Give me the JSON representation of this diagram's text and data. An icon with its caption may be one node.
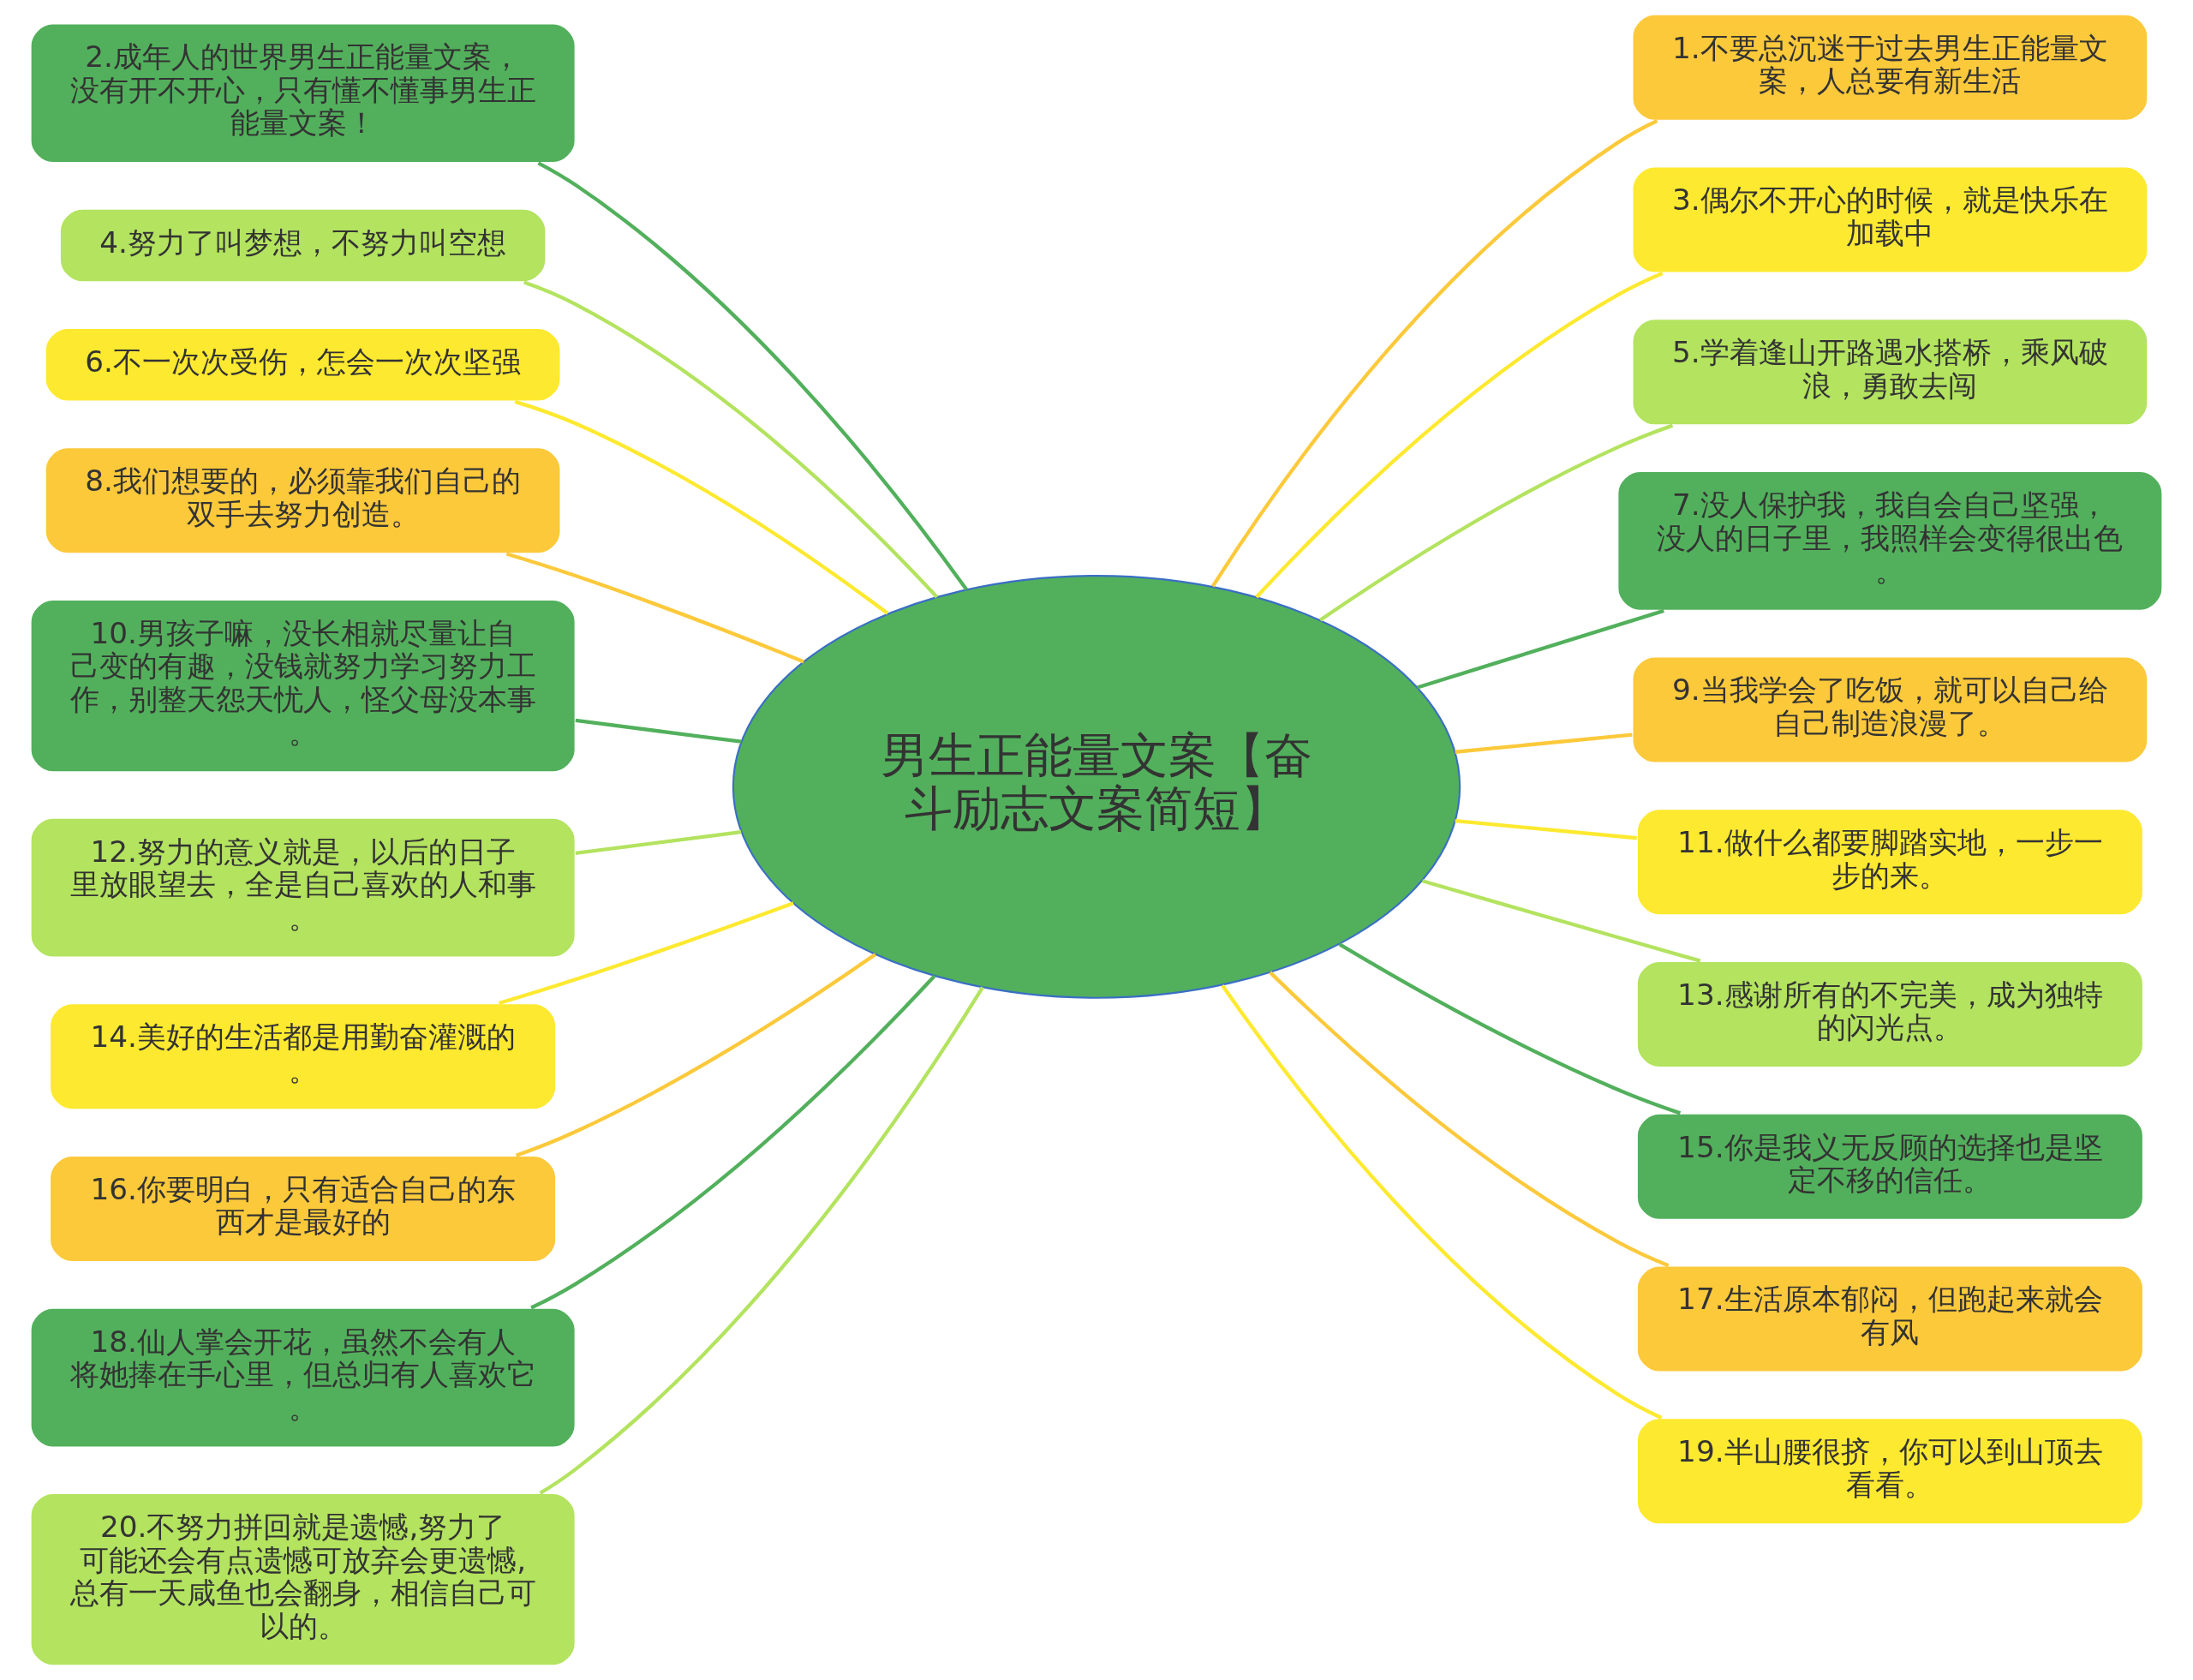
{
  "diagram": {
    "nodes": [
      {
        "text": [
          "男生正能量文案【奋斗励志文案简短】"
        ]
      },
      {
        "text": [
          "1.不要总沉迷于过去男生正能量文案，人总要有新生活"
        ]
      },
      {
        "text": [
          "2.成年人的世界男生正能量文案，没有开不开心，只有懂不懂事男生正能量文案！"
        ]
      },
      {
        "text": [
          "3.偶尔不开心的时候，就是快乐在加载中"
        ]
      },
      {
        "text": [
          "4.努力了叫梦想，不努力叫空想"
        ]
      },
      {
        "text": [
          "5.学着逢山开路遇水搭桥，乘风破浪，勇敢去闯"
        ]
      },
      {
        "text": [
          "6.不一次次受伤，怎会一次次坚强"
        ]
      },
      {
        "text": [
          "7.没人保护我，我自会自己坚强，没人的日子里，我照样会变得很出色。"
        ]
      },
      {
        "text": [
          "8.我们想要的，必须靠我们自己的双手去努力创造。"
        ]
      },
      {
        "text": [
          "9.当我学会了吃饭，就可以自己给自己制造浪漫了。"
        ]
      },
      {
        "text": [
          "10.男孩子嘛，没长相就尽量让自己变的有趣，没钱就努力学习努力工作，别整天怨天忧人，怪父母没本事。"
        ]
      },
      {
        "text": [
          "11.做什么都要脚踏实地，一步一步的来。"
        ]
      },
      {
        "text": [
          "12.努力的意义就是，以后的日子里放眼望去，全是自己喜欢的人和事。"
        ]
      },
      {
        "text": [
          "13.感谢所有的不完美，成为独特的闪光点。"
        ]
      },
      {
        "text": [
          "14.美好的生活都是用勤奋灌溉的。"
        ]
      },
      {
        "text": [
          "15.你是我义无反顾的选择也是坚定不移的信任。"
        ]
      },
      {
        "text": [
          "16.你要明白，只有适合自己的东西才是最好的"
        ]
      },
      {
        "text": [
          "17.生活原本郁闷，但跑起来就会有风"
        ]
      },
      {
        "text": [
          "18.仙人掌会开花，虽然不会有人将她捧在手心里，但总归有人喜欢它。"
        ]
      },
      {
        "text": [
          "19.半山腰很挤，你可以到山顶去看看。"
        ]
      },
      {
        "text": [
          "20.不努力拼回就是遗憾,努力了可能还会有点遗憾可放弃会更遗憾,总有一天咸鱼也会翻身，相信自己可以的。"
        ]
      }
    ],
    "edges": [
      {
        "from": 0,
        "to": 1,
        "arrow": "none",
        "color": "#fcc93b"
      },
      {
        "from": 0,
        "to": 2,
        "arrow": "none",
        "color": "#52b05c"
      },
      {
        "from": 0,
        "to": 3,
        "arrow": "none",
        "color": "#fde92f"
      },
      {
        "from": 0,
        "to": 4,
        "arrow": "none",
        "color": "#b3e35f"
      },
      {
        "from": 0,
        "to": 5,
        "arrow": "none",
        "color": "#b3e35f"
      },
      {
        "from": 0,
        "to": 6,
        "arrow": "none",
        "color": "#fde92f"
      },
      {
        "from": 0,
        "to": 7,
        "arrow": "none",
        "color": "#52b05c"
      },
      {
        "from": 0,
        "to": 8,
        "arrow": "none",
        "color": "#fcc93b"
      },
      {
        "from": 0,
        "to": 9,
        "arrow": "none",
        "color": "#fcc93b"
      },
      {
        "from": 0,
        "to": 10,
        "arrow": "none",
        "color": "#52b05c"
      },
      {
        "from": 0,
        "to": 11,
        "arrow": "none",
        "color": "#fde92f"
      },
      {
        "from": 0,
        "to": 12,
        "arrow": "none",
        "color": "#b3e35f"
      },
      {
        "from": 0,
        "to": 13,
        "arrow": "none",
        "color": "#b3e35f"
      },
      {
        "from": 0,
        "to": 14,
        "arrow": "none",
        "color": "#fde92f"
      },
      {
        "from": 0,
        "to": 15,
        "arrow": "none",
        "color": "#52b05c"
      },
      {
        "from": 0,
        "to": 16,
        "arrow": "none",
        "color": "#fcc93b"
      },
      {
        "from": 0,
        "to": 17,
        "arrow": "none",
        "color": "#fcc93b"
      },
      {
        "from": 0,
        "to": 18,
        "arrow": "none",
        "color": "#52b05c"
      },
      {
        "from": 0,
        "to": 19,
        "arrow": "none",
        "color": "#fde92f"
      },
      {
        "from": 0,
        "to": 20,
        "arrow": "none",
        "color": "#b3e35f"
      }
    ]
  }
}
